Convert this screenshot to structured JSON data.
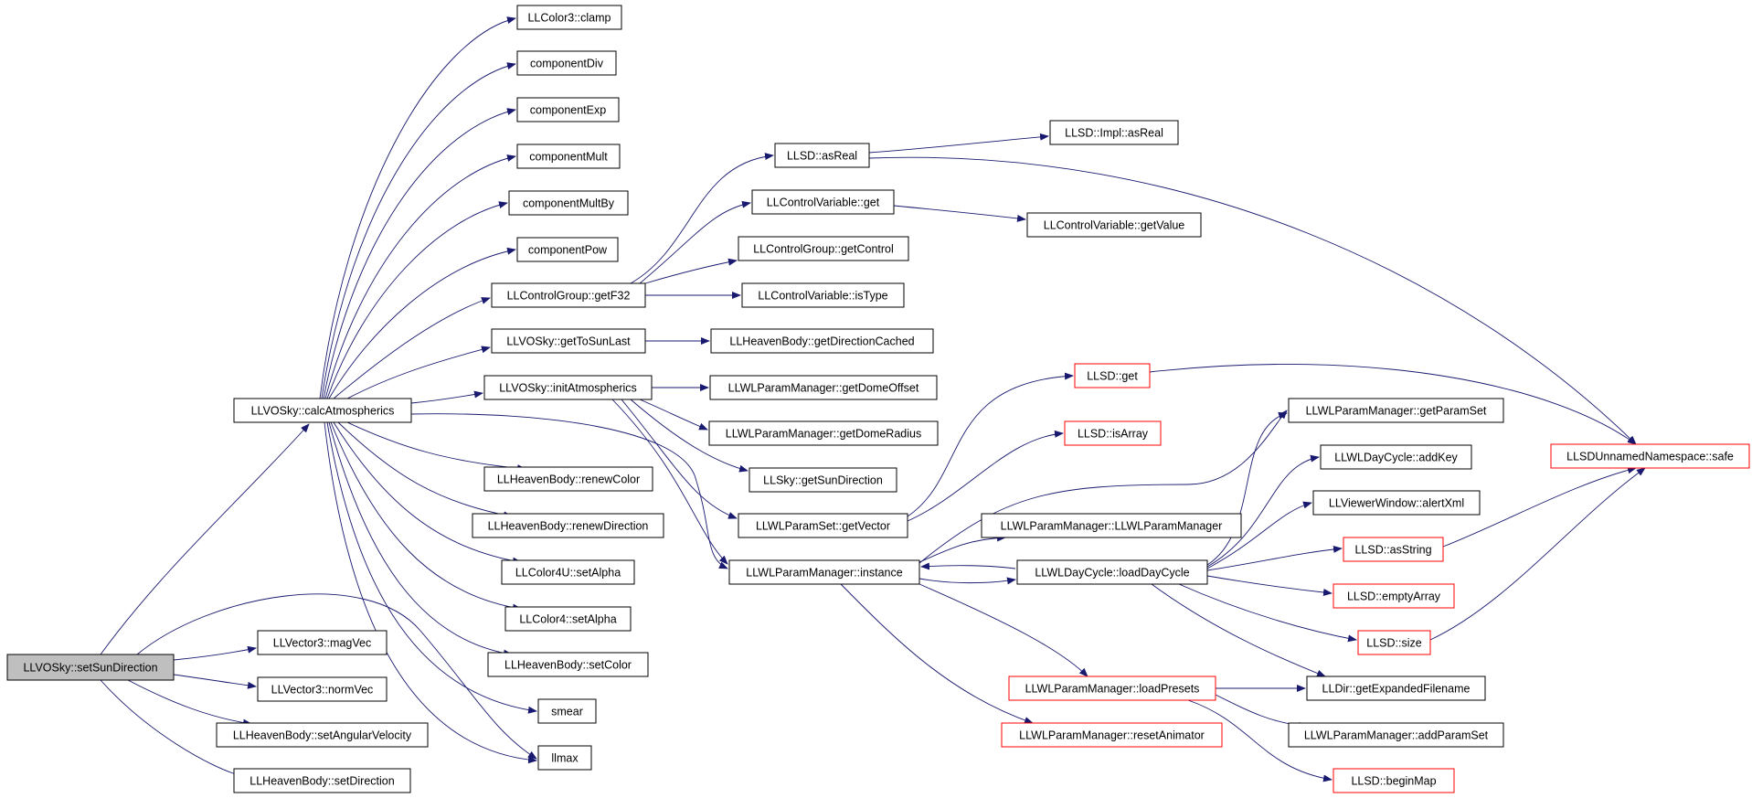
{
  "colors": {
    "edge": "#191970",
    "node_border": "#000000",
    "node_border_truncated": "#ff0000",
    "node_fill": "#ffffff",
    "root_fill": "#bfbfbf"
  },
  "nodes": [
    {
      "id": "setSunDirection",
      "label": "LLVOSky::setSunDirection",
      "style": "root"
    },
    {
      "id": "calcAtmospherics",
      "label": "LLVOSky::calcAtmospherics",
      "style": "normal"
    },
    {
      "id": "magVec",
      "label": "LLVector3::magVec",
      "style": "normal"
    },
    {
      "id": "normVec",
      "label": "LLVector3::normVec",
      "style": "normal"
    },
    {
      "id": "setAngularVelocity",
      "label": "LLHeavenBody::setAngularVelocity",
      "style": "normal"
    },
    {
      "id": "setDirection",
      "label": "LLHeavenBody::setDirection",
      "style": "normal"
    },
    {
      "id": "clamp",
      "label": "LLColor3::clamp",
      "style": "normal"
    },
    {
      "id": "componentDiv",
      "label": "componentDiv",
      "style": "normal"
    },
    {
      "id": "componentExp",
      "label": "componentExp",
      "style": "normal"
    },
    {
      "id": "componentMult",
      "label": "componentMult",
      "style": "normal"
    },
    {
      "id": "componentMultBy",
      "label": "componentMultBy",
      "style": "normal"
    },
    {
      "id": "componentPow",
      "label": "componentPow",
      "style": "normal"
    },
    {
      "id": "getF32",
      "label": "LLControlGroup::getF32",
      "style": "normal"
    },
    {
      "id": "getToSunLast",
      "label": "LLVOSky::getToSunLast",
      "style": "normal"
    },
    {
      "id": "initAtmospherics",
      "label": "LLVOSky::initAtmospherics",
      "style": "normal"
    },
    {
      "id": "renewColor",
      "label": "LLHeavenBody::renewColor",
      "style": "normal"
    },
    {
      "id": "renewDirection",
      "label": "LLHeavenBody::renewDirection",
      "style": "normal"
    },
    {
      "id": "setAlpha4U",
      "label": "LLColor4U::setAlpha",
      "style": "normal"
    },
    {
      "id": "setAlpha4",
      "label": "LLColor4::setAlpha",
      "style": "normal"
    },
    {
      "id": "setColor",
      "label": "LLHeavenBody::setColor",
      "style": "normal"
    },
    {
      "id": "smear",
      "label": "smear",
      "style": "normal"
    },
    {
      "id": "llmax",
      "label": "llmax",
      "style": "normal"
    },
    {
      "id": "asReal",
      "label": "LLSD::asReal",
      "style": "normal"
    },
    {
      "id": "implAsReal",
      "label": "LLSD::Impl::asReal",
      "style": "normal"
    },
    {
      "id": "cvGet",
      "label": "LLControlVariable::get",
      "style": "normal"
    },
    {
      "id": "cvGetValue",
      "label": "LLControlVariable::getValue",
      "style": "normal"
    },
    {
      "id": "getControl",
      "label": "LLControlGroup::getControl",
      "style": "normal"
    },
    {
      "id": "isType",
      "label": "LLControlVariable::isType",
      "style": "normal"
    },
    {
      "id": "getDirectionCached",
      "label": "LLHeavenBody::getDirectionCached",
      "style": "normal"
    },
    {
      "id": "getDomeOffset",
      "label": "LLWLParamManager::getDomeOffset",
      "style": "normal"
    },
    {
      "id": "getDomeRadius",
      "label": "LLWLParamManager::getDomeRadius",
      "style": "normal"
    },
    {
      "id": "getSunDirection",
      "label": "LLSky::getSunDirection",
      "style": "normal"
    },
    {
      "id": "getVector",
      "label": "LLWLParamSet::getVector",
      "style": "normal"
    },
    {
      "id": "instance",
      "label": "LLWLParamManager::instance",
      "style": "normal"
    },
    {
      "id": "llsdGet",
      "label": "LLSD::get",
      "style": "truncated"
    },
    {
      "id": "isArray",
      "label": "LLSD::isArray",
      "style": "truncated"
    },
    {
      "id": "getParamSet",
      "label": "LLWLParamManager::getParamSet",
      "style": "normal"
    },
    {
      "id": "addKey",
      "label": "LLWLDayCycle::addKey",
      "style": "normal"
    },
    {
      "id": "alertXml",
      "label": "LLViewerWindow::alertXml",
      "style": "normal"
    },
    {
      "id": "ctor",
      "label": "LLWLParamManager::LLWLParamManager",
      "style": "normal"
    },
    {
      "id": "asString",
      "label": "LLSD::asString",
      "style": "truncated"
    },
    {
      "id": "loadDayCycle",
      "label": "LLWLDayCycle::loadDayCycle",
      "style": "normal"
    },
    {
      "id": "emptyArray",
      "label": "LLSD::emptyArray",
      "style": "truncated"
    },
    {
      "id": "size",
      "label": "LLSD::size",
      "style": "truncated"
    },
    {
      "id": "safe",
      "label": "LLSDUnnamedNamespace::safe",
      "style": "truncated"
    },
    {
      "id": "loadPresets",
      "label": "LLWLParamManager::loadPresets",
      "style": "truncated"
    },
    {
      "id": "getExpandedFilename",
      "label": "LLDir::getExpandedFilename",
      "style": "normal"
    },
    {
      "id": "resetAnimator",
      "label": "LLWLParamManager::resetAnimator",
      "style": "truncated"
    },
    {
      "id": "addParamSet",
      "label": "LLWLParamManager::addParamSet",
      "style": "normal"
    },
    {
      "id": "beginMap",
      "label": "LLSD::beginMap",
      "style": "truncated"
    }
  ],
  "edges": [
    [
      "setSunDirection",
      "calcAtmospherics"
    ],
    [
      "setSunDirection",
      "magVec"
    ],
    [
      "setSunDirection",
      "normVec"
    ],
    [
      "setSunDirection",
      "setAngularVelocity"
    ],
    [
      "setSunDirection",
      "setDirection"
    ],
    [
      "setSunDirection",
      "llmax"
    ],
    [
      "calcAtmospherics",
      "clamp"
    ],
    [
      "calcAtmospherics",
      "componentDiv"
    ],
    [
      "calcAtmospherics",
      "componentExp"
    ],
    [
      "calcAtmospherics",
      "componentMult"
    ],
    [
      "calcAtmospherics",
      "componentMultBy"
    ],
    [
      "calcAtmospherics",
      "componentPow"
    ],
    [
      "calcAtmospherics",
      "getF32"
    ],
    [
      "calcAtmospherics",
      "getToSunLast"
    ],
    [
      "calcAtmospherics",
      "initAtmospherics"
    ],
    [
      "calcAtmospherics",
      "renewColor"
    ],
    [
      "calcAtmospherics",
      "renewDirection"
    ],
    [
      "calcAtmospherics",
      "setAlpha4U"
    ],
    [
      "calcAtmospherics",
      "setAlpha4"
    ],
    [
      "calcAtmospherics",
      "setColor"
    ],
    [
      "calcAtmospherics",
      "smear"
    ],
    [
      "calcAtmospherics",
      "llmax"
    ],
    [
      "calcAtmospherics",
      "instance"
    ],
    [
      "getF32",
      "asReal"
    ],
    [
      "getF32",
      "cvGet"
    ],
    [
      "getF32",
      "getControl"
    ],
    [
      "getF32",
      "isType"
    ],
    [
      "asReal",
      "implAsReal"
    ],
    [
      "asReal",
      "safe"
    ],
    [
      "cvGet",
      "cvGetValue"
    ],
    [
      "getToSunLast",
      "getDirectionCached"
    ],
    [
      "initAtmospherics",
      "getDomeOffset"
    ],
    [
      "initAtmospherics",
      "getDomeRadius"
    ],
    [
      "initAtmospherics",
      "getSunDirection"
    ],
    [
      "initAtmospherics",
      "getVector"
    ],
    [
      "initAtmospherics",
      "instance"
    ],
    [
      "getVector",
      "llsdGet"
    ],
    [
      "getVector",
      "isArray"
    ],
    [
      "llsdGet",
      "safe"
    ],
    [
      "instance",
      "getParamSet"
    ],
    [
      "instance",
      "ctor"
    ],
    [
      "instance",
      "loadDayCycle"
    ],
    [
      "instance",
      "loadPresets"
    ],
    [
      "instance",
      "resetAnimator"
    ],
    [
      "loadDayCycle",
      "instance"
    ],
    [
      "loadDayCycle",
      "getParamSet"
    ],
    [
      "loadDayCycle",
      "addKey"
    ],
    [
      "loadDayCycle",
      "alertXml"
    ],
    [
      "loadDayCycle",
      "asString"
    ],
    [
      "loadDayCycle",
      "emptyArray"
    ],
    [
      "loadDayCycle",
      "size"
    ],
    [
      "loadDayCycle",
      "getExpandedFilename"
    ],
    [
      "asString",
      "safe"
    ],
    [
      "size",
      "safe"
    ],
    [
      "loadPresets",
      "getExpandedFilename"
    ],
    [
      "loadPresets",
      "addParamSet"
    ],
    [
      "loadPresets",
      "beginMap"
    ]
  ]
}
